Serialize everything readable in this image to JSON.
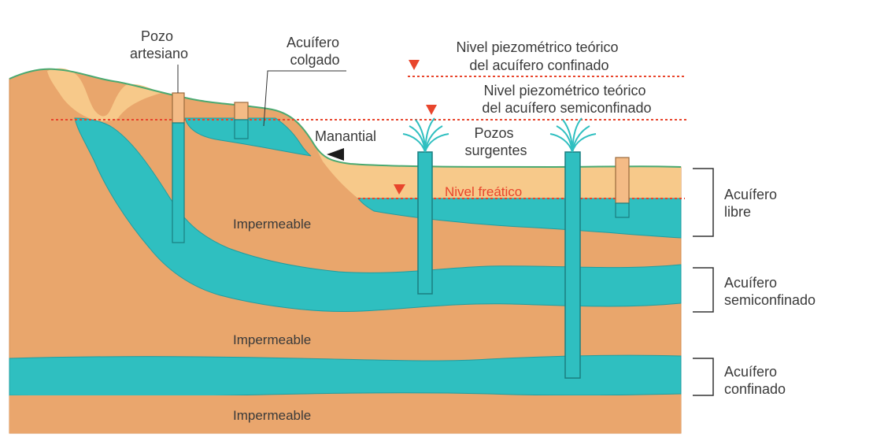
{
  "labels": {
    "pozo_artesiano_line1": "Pozo",
    "pozo_artesiano_line2": "artesiano",
    "acuifero_colgado_line1": "Acuífero",
    "acuifero_colgado_line2": "colgado",
    "nivel_confinado_line1": "Nivel piezométrico teórico",
    "nivel_confinado_line2": "del acuífero confinado",
    "nivel_semiconfinado_line1": "Nivel piezométrico teórico",
    "nivel_semiconfinado_line2": "del acuífero semiconfinado",
    "manantial": "Manantial",
    "pozos_surgentes_line1": "Pozos",
    "pozos_surgentes_line2": "surgentes",
    "nivel_freatico": "Nivel freático",
    "impermeable_upper": "Impermeable",
    "impermeable_middle": "Impermeable",
    "impermeable_bottom": "Impermeable",
    "acuifero_libre_line1": "Acuífero",
    "acuifero_libre_line2": "libre",
    "acuifero_semiconfinado_line1": "Acuífero",
    "acuifero_semiconfinado_line2": "semiconfinado",
    "acuifero_confinado_line1": "Acuífero",
    "acuifero_confinado_line2": "confinado"
  },
  "colors": {
    "impermeable": "#e9a66c",
    "permeable_sand": "#f7c98a",
    "water": "#2fbfc0",
    "water_edge": "#1f9da0",
    "level_line": "#e8452c",
    "text": "#3a3a3a"
  },
  "icons": {
    "water_level_marker": "red-down-triangle",
    "spring_marker": "black-arrow",
    "artesian_spray": "water-fountain"
  }
}
